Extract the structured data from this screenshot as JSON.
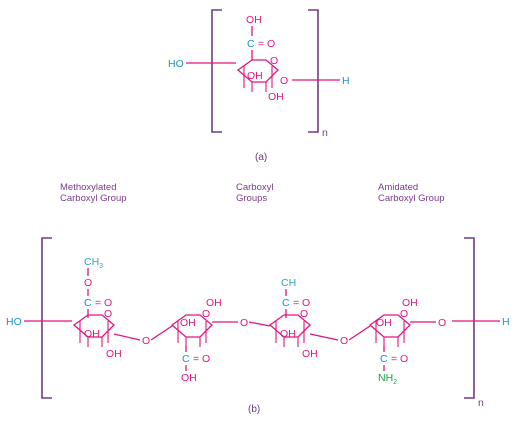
{
  "colors": {
    "pink": "#e0157f",
    "blue": "#1d8fd0",
    "green": "#1aa34a",
    "purple": "#6e3d82",
    "teal": "#2aa3b8"
  },
  "top": {
    "left_end": "HO",
    "right_end": "H",
    "acid_oh": "OH",
    "carbonyl_c": "C",
    "carbonyl_o": "= O",
    "ring_o": "O",
    "oh_upper": "OH",
    "oh_lower": "OH",
    "repeat": "n",
    "caption": "(a)"
  },
  "group_labels": {
    "methoxylated": [
      "Methoxylated",
      "Carboxyl Group"
    ],
    "carboxyl": [
      "Carboxyl",
      "Groups"
    ],
    "amidated": [
      "Amidated",
      "Carboxyl Group"
    ]
  },
  "bottom": {
    "left_end": "HO",
    "right_end": "H",
    "ring_o": "O",
    "link_o": "O",
    "oh": "OH",
    "ch3": "CH",
    "ch3_sub": "3",
    "methoxy_o": "O",
    "carbonyl_c": "C",
    "carbonyl_o": "= O",
    "ch_c": "CH",
    "nh2": "NH",
    "nh2_sub": "2",
    "repeat": "n",
    "caption": "(b)"
  }
}
